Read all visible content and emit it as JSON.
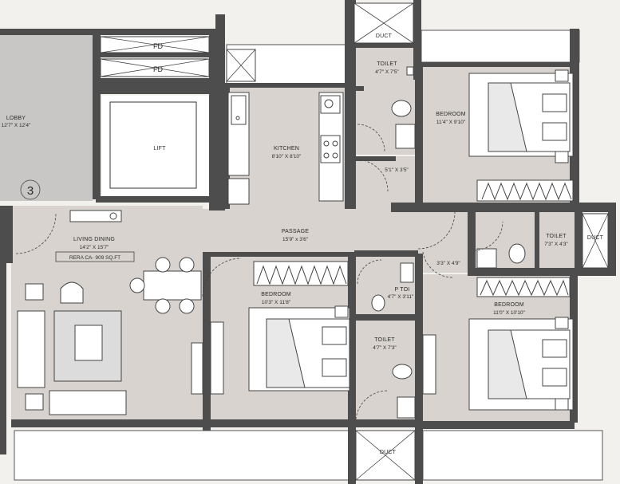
{
  "colors": {
    "background": "#f3f1ee",
    "room_fill": "#d8d3ce",
    "lobby_fill": "#c9c7c5",
    "wall": "#4d4d4d",
    "outline": "#3a3a3a",
    "white": "#ffffff"
  },
  "floor_plan": {
    "unit_number": "3",
    "rera_label": "RERA CA- 909 SQ.FT",
    "lobby": {
      "name": "LOBBY",
      "dims": "12'7\" X 12'4\""
    },
    "lift": {
      "name": "LIFT"
    },
    "fd_top": "FD",
    "fd_bottom": "FD",
    "duct_top": "DUCT",
    "duct_right": "DUCT",
    "duct_bottom": "DUCT",
    "toilet_top": {
      "name": "TOILET",
      "dims": "4'7\" X 7'5\""
    },
    "bedroom_top": {
      "name": "BEDROOM",
      "dims": "11'4\" X 9'10\""
    },
    "kitchen": {
      "name": "KITCHEN",
      "dims": "8'10\" X 8'10\""
    },
    "passage_small": {
      "dims": "5'1\" X 3'5\""
    },
    "living_dining": {
      "name": "LIVING DINING",
      "dims": "14'2\" X 15'7\""
    },
    "passage": {
      "name": "PASSAGE",
      "dims": "15'9\" x 3'6\""
    },
    "passage_right": {
      "dims": "3'3\" X 4'9\""
    },
    "toilet_right": {
      "name": "TOILET",
      "dims": "7'3\" X 4'3\""
    },
    "bedroom_mid": {
      "name": "BEDROOM",
      "dims": "10'3\" X 11'8\""
    },
    "p_toilet": {
      "name": "P TOI",
      "dims": "4'7\" X 3'11\""
    },
    "bedroom_right": {
      "name": "BEDROOM",
      "dims": "11'0\" X 10'10\""
    },
    "toilet_bottom": {
      "name": "TOILET",
      "dims": "4'7\" X 7'3\""
    }
  }
}
